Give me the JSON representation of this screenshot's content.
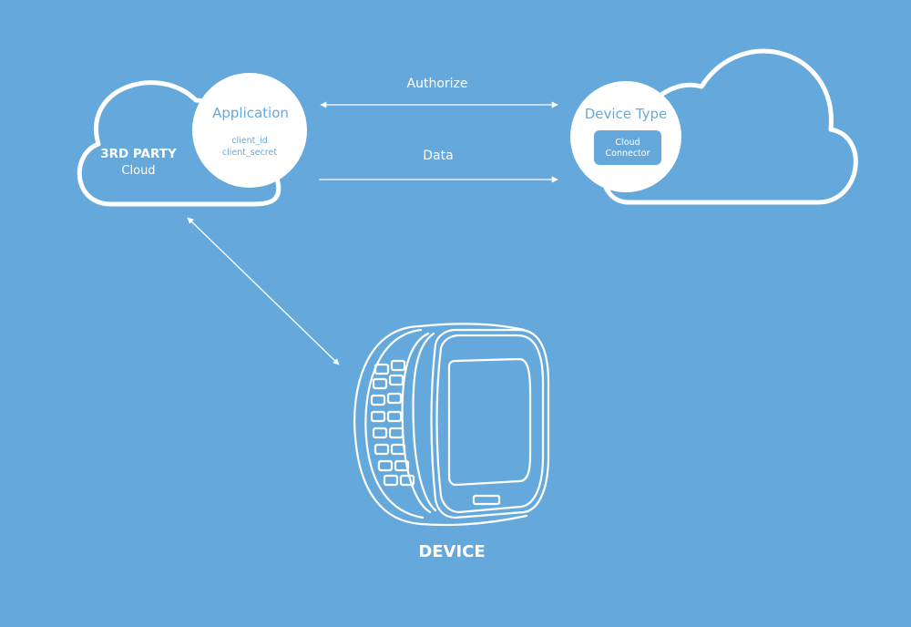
{
  "colors": {
    "background": "#65a9dc",
    "foreground": "#ffffff"
  },
  "third_party_cloud": {
    "title": "3RD PARTY",
    "subtitle": "Cloud"
  },
  "application": {
    "title": "Application",
    "client_id": "client_id",
    "client_secret": "client_secret"
  },
  "arrows": {
    "authorize": "Authorize",
    "data": "Data"
  },
  "device_type": {
    "title": "Device Type",
    "connector": "Cloud\nConnector"
  },
  "device": {
    "label": "DEVICE"
  }
}
